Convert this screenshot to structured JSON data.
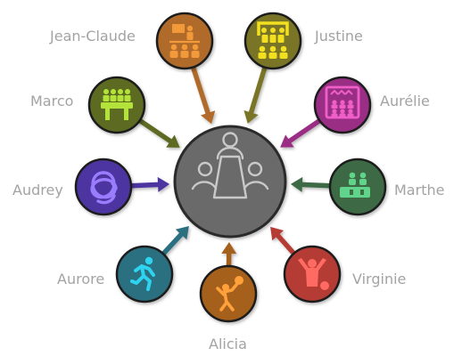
{
  "center": {
    "fill": "#6b6b6b",
    "stroke": "#2b2b2b",
    "icon": "meeting-table-icon"
  },
  "label_color": "#a3a3a3",
  "nodes": [
    {
      "label": "Jean-Claude",
      "color": "#b06a2c",
      "icon": "presenter-audience-icon",
      "icon_color": "#f29a3a"
    },
    {
      "label": "Justine",
      "color": "#7a7428",
      "icon": "group-meeting-icon",
      "icon_color": "#f2e020"
    },
    {
      "label": "Aurélie",
      "color": "#9a2f84",
      "icon": "presentation-screen-icon",
      "icon_color": "#ee5fc8"
    },
    {
      "label": "Marthe",
      "color": "#3c6b45",
      "icon": "desk-team-icon",
      "icon_color": "#5fd48a"
    },
    {
      "label": "Virginie",
      "color": "#b53a36",
      "icon": "cheering-person-icon",
      "icon_color": "#ff6b62"
    },
    {
      "label": "Alicia",
      "color": "#a5601f",
      "icon": "volleyball-player-icon",
      "icon_color": "#ffa03a"
    },
    {
      "label": "Aurore",
      "color": "#2c6f80",
      "icon": "running-person-icon",
      "icon_color": "#2ed3f0"
    },
    {
      "label": "Audrey",
      "color": "#4d35a1",
      "icon": "knot-icon",
      "icon_color": "#9a7cff"
    },
    {
      "label": "Marco",
      "color": "#5b6b22",
      "icon": "team-table-icon",
      "icon_color": "#b3e23a"
    }
  ]
}
